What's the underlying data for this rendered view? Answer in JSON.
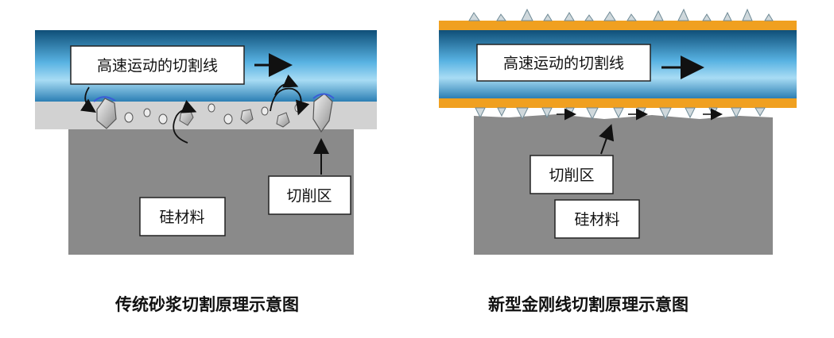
{
  "left": {
    "wire_label": "高速运动的切割线",
    "zone_label": "切削区",
    "material_label": "硅材料",
    "caption": "传统砂浆切割原理示意图"
  },
  "right": {
    "wire_label": "高速运动的切割线",
    "zone_label": "切削区",
    "material_label": "硅材料",
    "caption": "新型金刚线切割原理示意图"
  },
  "colors": {
    "wire_dark": "#1d6c9c",
    "wire_light": "#9fd3ef",
    "silicon": "#8a8a8a",
    "slurry_band": "#d2d2d2",
    "diamond_coating": "#f0a020",
    "abrasive": "#cfd8dc"
  }
}
